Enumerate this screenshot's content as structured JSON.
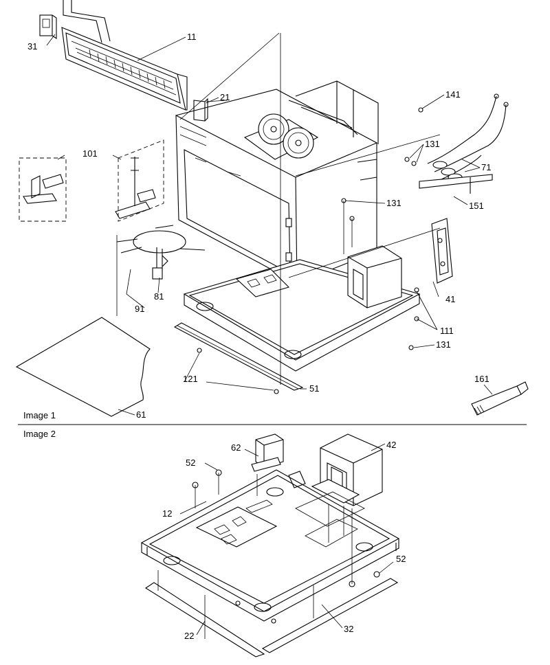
{
  "sections": [
    {
      "id": "image1",
      "label": "Image 1"
    },
    {
      "id": "image2",
      "label": "Image 2"
    }
  ],
  "image1_callouts": [
    "31",
    "11",
    "21",
    "141",
    "101",
    "131",
    "71",
    "131",
    "151",
    "41",
    "81",
    "91",
    "111",
    "131",
    "121",
    "51",
    "161",
    "61"
  ],
  "image2_callouts": [
    "62",
    "42",
    "52",
    "12",
    "52",
    "22",
    "32"
  ]
}
